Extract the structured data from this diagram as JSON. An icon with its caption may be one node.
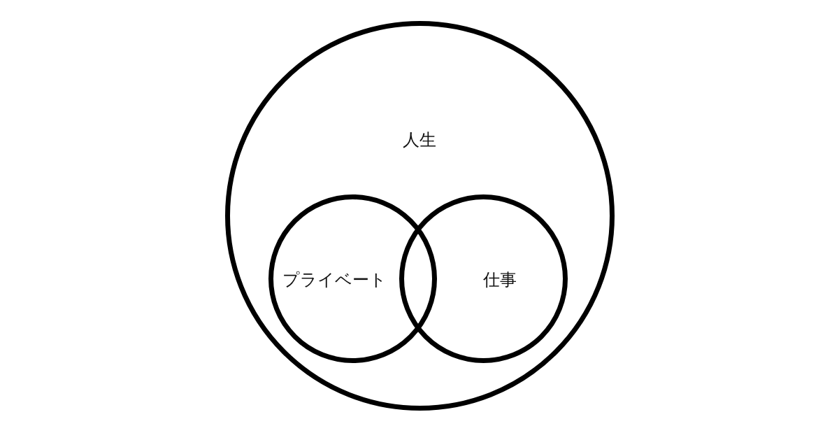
{
  "diagram": {
    "nodes": [
      {
        "text": [
          "人生"
        ]
      },
      {
        "text": [
          "プライベート"
        ],
        "in": 0
      },
      {
        "text": [
          "仕事"
        ],
        "in": 0
      }
    ]
  }
}
